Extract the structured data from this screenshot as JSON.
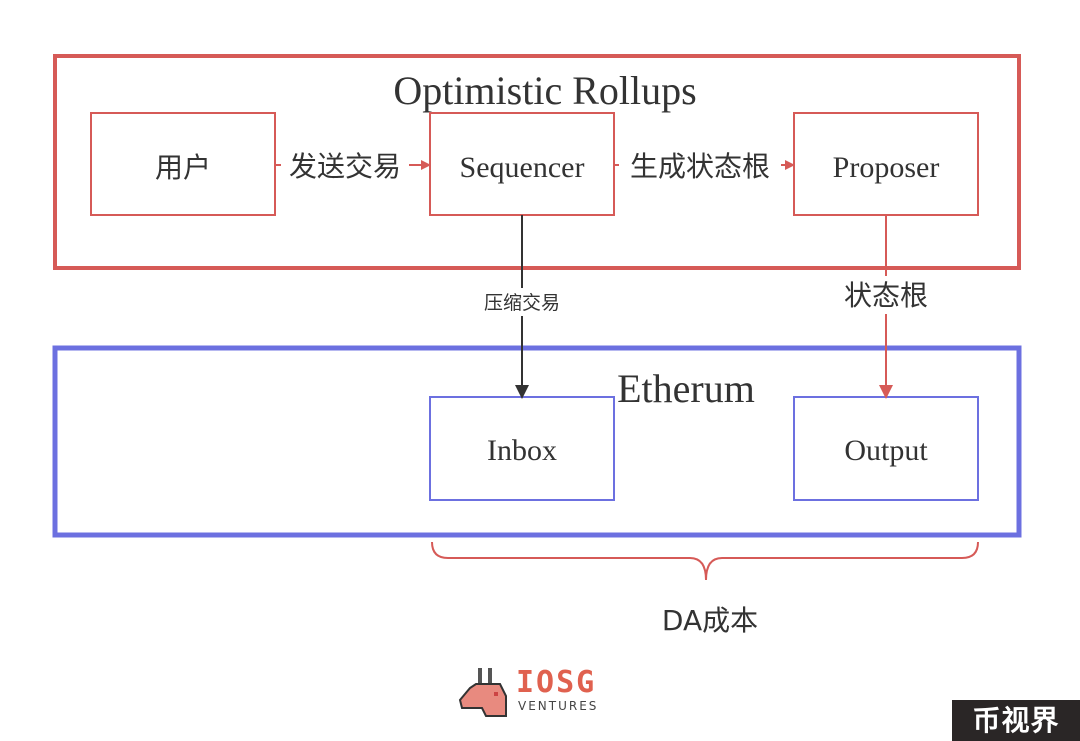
{
  "diagram": {
    "rollup_group": {
      "title": "Optimistic Rollups"
    },
    "ethereum_group": {
      "title": "Etherum"
    },
    "nodes": {
      "user": "用户",
      "sequencer": "Sequencer",
      "proposer": "Proposer",
      "inbox": "Inbox",
      "output": "Output"
    },
    "edges": {
      "user_to_sequencer": "发送交易",
      "sequencer_to_proposer": "生成状态根",
      "sequencer_to_inbox": "压缩交易",
      "proposer_to_output": "状态根"
    },
    "brace_label": "DA成本"
  },
  "logo": {
    "name": "IOSG",
    "subtitle": "VENTURES"
  },
  "watermark": "币视界",
  "colors": {
    "rollup": "#d65a57",
    "ethereum": "#6c70e0",
    "arrow_dark": "#333333"
  }
}
